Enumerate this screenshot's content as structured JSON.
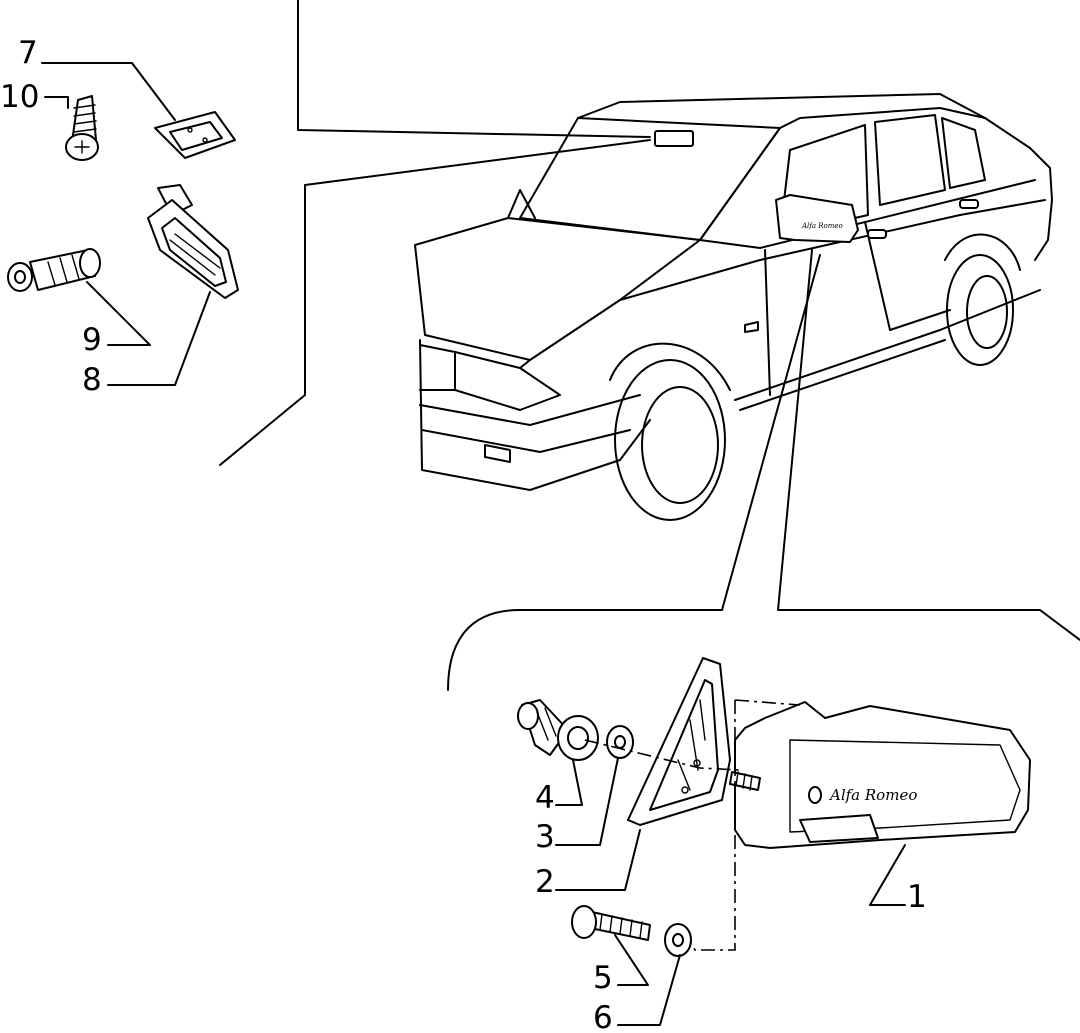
{
  "callouts": {
    "c1": "1",
    "c2": "2",
    "c3": "3",
    "c4": "4",
    "c5": "5",
    "c6": "6",
    "c7": "7",
    "c8": "8",
    "c9": "9",
    "c10": "10"
  },
  "mirror_brand_text": "Alfa Romeo"
}
